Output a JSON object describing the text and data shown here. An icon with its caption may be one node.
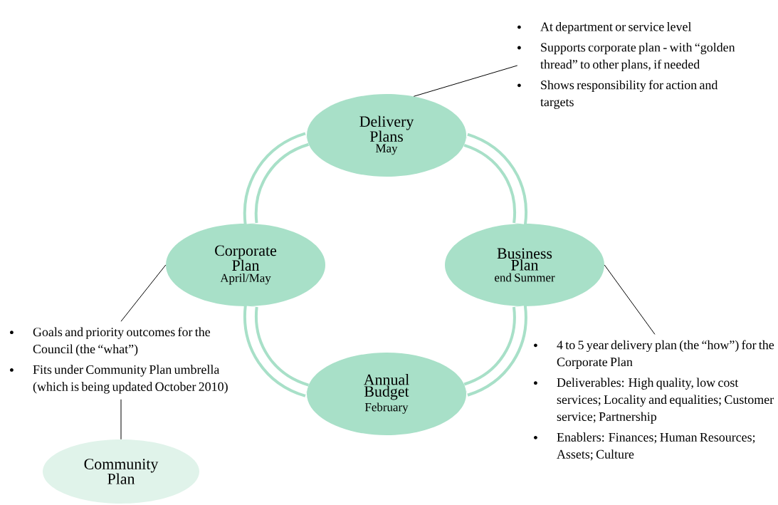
{
  "diagram": {
    "nodes": [
      {
        "text": [
          "Delivery Plans",
          "May"
        ]
      },
      {
        "text": [
          "Corporate Plan",
          "April/May"
        ]
      },
      {
        "text": [
          "Business Plan",
          "end Summer"
        ]
      },
      {
        "text": [
          "Annual Budget",
          "February"
        ]
      },
      {
        "text": [
          "Community Plan"
        ]
      },
      {
        "text": [
          "At department or service level",
          "Supports corporate plan - with “golden thread” to other plans, if needed",
          "Shows responsibility for action and targets"
        ]
      },
      {
        "text": [
          "Goals and priority outcomes for the Council (the “what”)",
          "Fits under Community Plan umbrella (which is being updated October 2010)"
        ]
      },
      {
        "text": [
          "4 to 5 year delivery plan (the “how”) for the Corporate Plan",
          "Deliverables: High quality, low cost services; Locality and equalities; Customer service; Partnership",
          "Enablers: Finances; Human Resources; Assets; Culture"
        ]
      }
    ],
    "edges": [
      {
        "from": 0,
        "to": 2,
        "arrow": "none",
        "style": "thick",
        "color": "#a8e0c8"
      },
      {
        "from": 2,
        "to": 3,
        "arrow": "none",
        "style": "thick",
        "color": "#a8e0c8"
      },
      {
        "from": 3,
        "to": 1,
        "arrow": "none",
        "style": "thick",
        "color": "#a8e0c8"
      },
      {
        "from": 1,
        "to": 0,
        "arrow": "none",
        "style": "thick",
        "color": "#a8e0c8"
      },
      {
        "from": 0,
        "to": 5,
        "arrow": "none",
        "color": "#000000"
      },
      {
        "from": 1,
        "to": 6,
        "arrow": "none",
        "color": "#000000"
      },
      {
        "from": 2,
        "to": 7,
        "arrow": "none",
        "color": "#000000"
      },
      {
        "from": 6,
        "to": 4,
        "arrow": "none",
        "color": "#000000"
      }
    ]
  }
}
